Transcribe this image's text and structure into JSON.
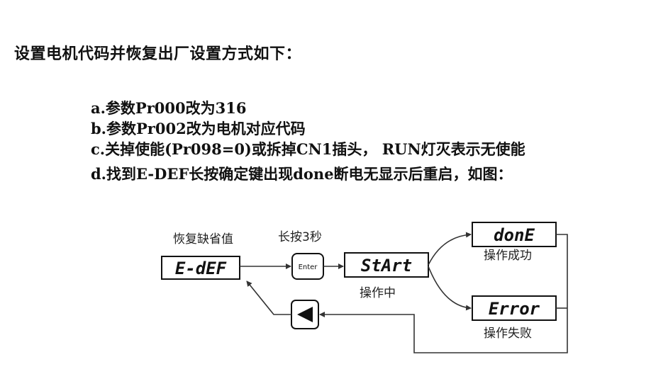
{
  "heading": "设置电机代码并恢复出厂设置方式如下：",
  "steps": [
    "a.参数Pr000改为316",
    "b.参数Pr002改为电机对应代码",
    "c.关掉使能(Pr098=0)或拆掉CN1插头，  RUN灯灭表示无使能",
    "d.找到E-DEF长按确定键出现done断电无显示后重启，如图："
  ],
  "diagram": {
    "restore_default_label": "恢复缺省值",
    "edef_display": "E-dEF",
    "long_press_label": "长按3秒",
    "enter_button": "Enter",
    "start_display": "StArt",
    "operating_label": "操作中",
    "done_display": "donE",
    "success_label": "操作成功",
    "error_display": "Error",
    "failure_label": "操作失败",
    "back_icon": "left-triangle-icon"
  },
  "colors": {
    "text": "#111111",
    "line": "#333333"
  }
}
